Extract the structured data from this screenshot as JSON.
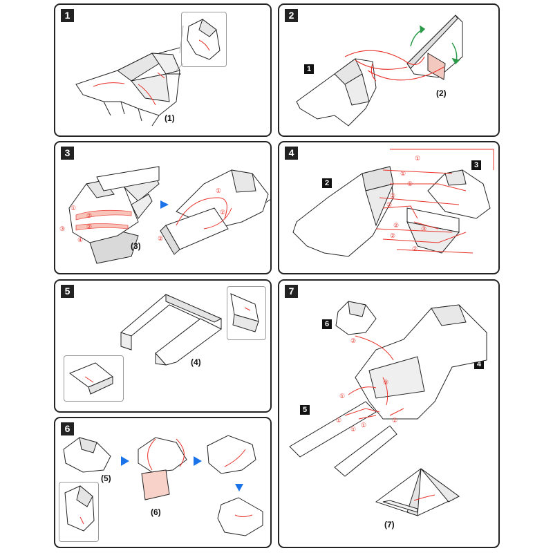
{
  "steps": {
    "s1": {
      "label": "1",
      "caption": "(1)"
    },
    "s2": {
      "label": "2",
      "caption": "(2)",
      "ref": "1"
    },
    "s3": {
      "label": "3",
      "caption": "(3)",
      "marks": [
        "①",
        "②",
        "②",
        "③",
        "④",
        "①",
        "②",
        "②"
      ]
    },
    "s4": {
      "label": "4",
      "ref_left": "2",
      "ref_right": "3",
      "marks": [
        "①",
        "①",
        "①",
        "②",
        "②",
        "②",
        "②",
        "②",
        "③"
      ]
    },
    "s5": {
      "label": "5",
      "caption": "(4)"
    },
    "s6": {
      "label": "6",
      "caption_a": "(5)",
      "caption_b": "(6)"
    },
    "s7": {
      "label": "7",
      "ref_head": "6",
      "ref_body": "4",
      "ref_legs": "5",
      "caption": "(7)",
      "marks": [
        "②",
        "③",
        "①",
        "①",
        "①",
        "①",
        "①"
      ]
    }
  },
  "colors": {
    "line": "#222222",
    "annotation": "#e8322a",
    "fold_arrow": "#2b9b4a",
    "next_arrow": "#1a73e8",
    "shade": "#d9d9d9"
  }
}
